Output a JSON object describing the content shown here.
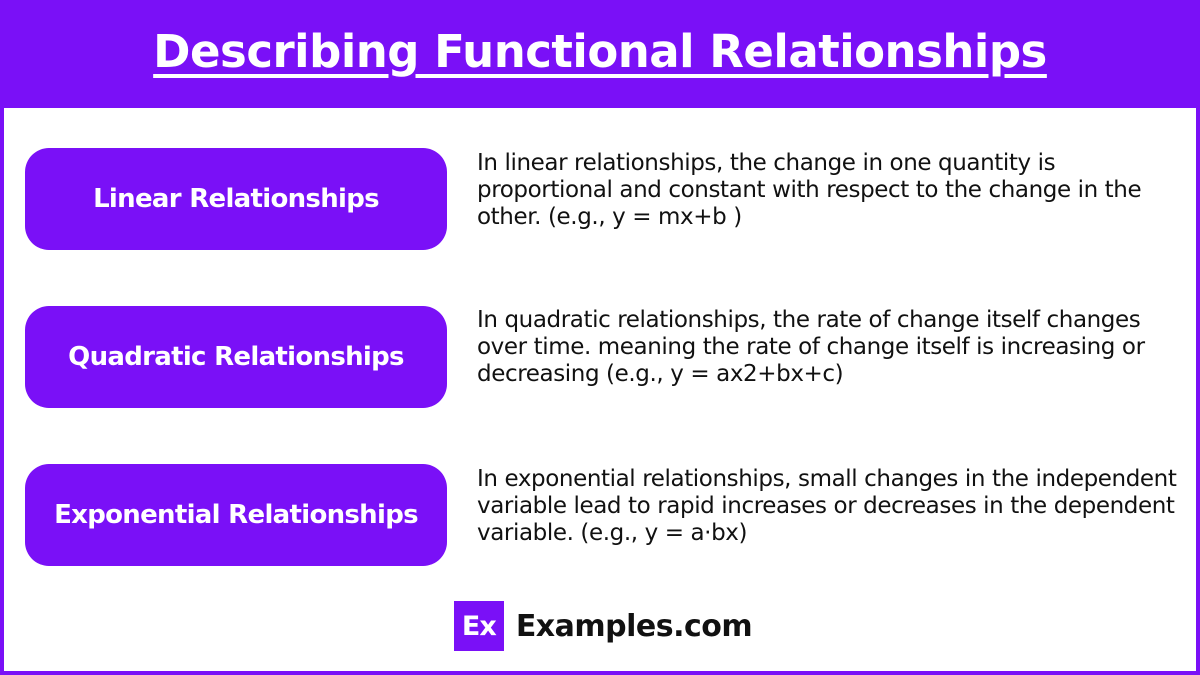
{
  "header": {
    "title": "Describing Functional Relationships"
  },
  "rows": [
    {
      "label": "Linear Relationships",
      "description": "In linear relationships, the change in one quantity is proportional and constant with respect to the change in the other. (e.g., y = mx+b )"
    },
    {
      "label": "Quadratic Relationships",
      "description": "In quadratic relationships, the rate of change itself changes over time. meaning the rate of change itself is increasing or decreasing (e.g., y = ax2+bx+c)"
    },
    {
      "label": "Exponential Relationships",
      "description": "In exponential relationships, small changes in the independent variable lead to rapid increases or decreases in the dependent variable. (e.g., y = a⋅bx)"
    }
  ],
  "brand": {
    "logo_text": "Ex",
    "name": "Examples.com"
  },
  "colors": {
    "accent": "#7a10f7",
    "background": "#ffffff",
    "text": "#111111"
  }
}
